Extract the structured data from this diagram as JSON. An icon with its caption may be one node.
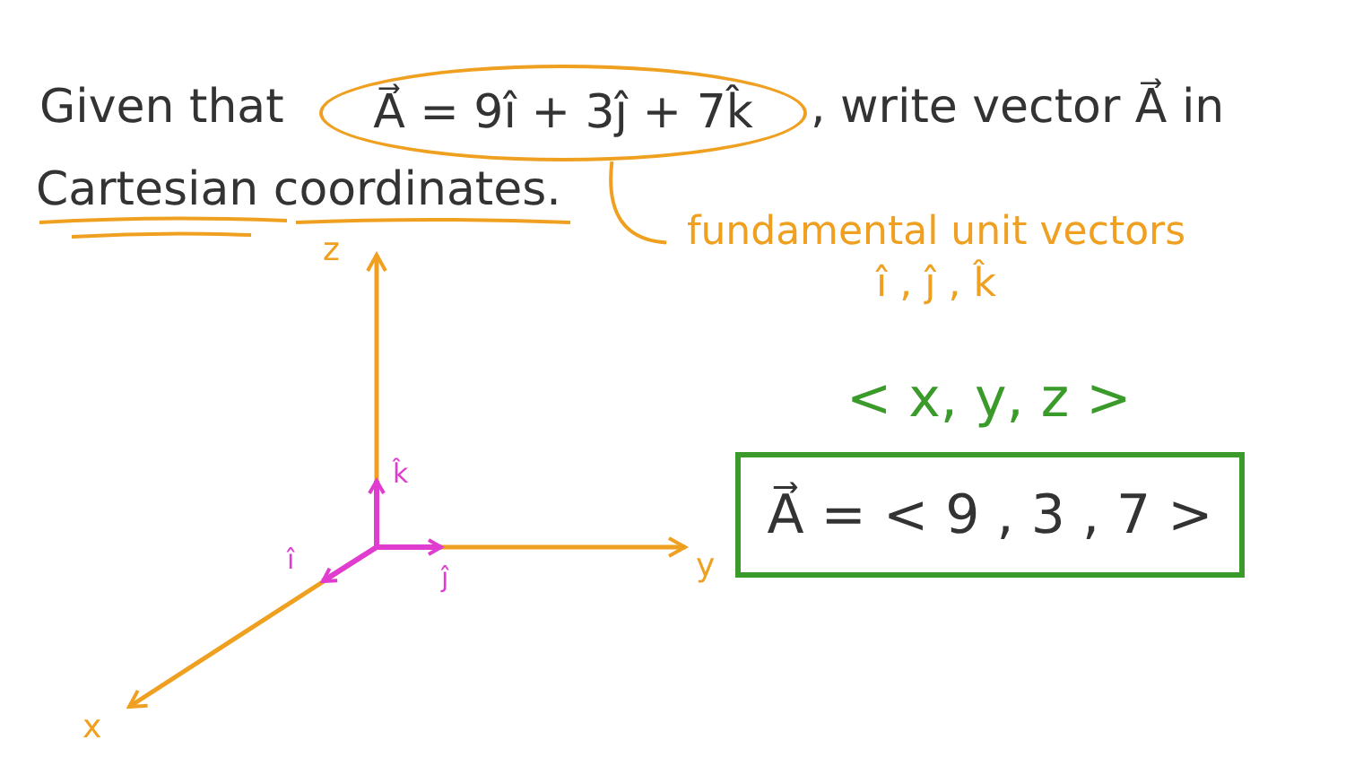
{
  "diagram": {
    "nodes": [
      {
        "text": [
          "A⃗ = 9î + 3ĵ + 7k̂"
        ]
      },
      {
        "text": [
          "fundamental unit vectors",
          "î , ĵ , k̂"
        ]
      },
      {
        "text": [
          "A⃗ = < 9 , 3 , 7 >"
        ]
      }
    ],
    "edges": [
      {
        "from": 0,
        "to": 1,
        "arrow": "none",
        "color": "#f0a020"
      }
    ],
    "labels": [
      "Given that",
      ", write vector A⃗ in",
      "Cartesian coordinates.",
      "z",
      "k̂",
      "î",
      "ĵ",
      "y",
      "x",
      "< x, y, z >"
    ]
  }
}
